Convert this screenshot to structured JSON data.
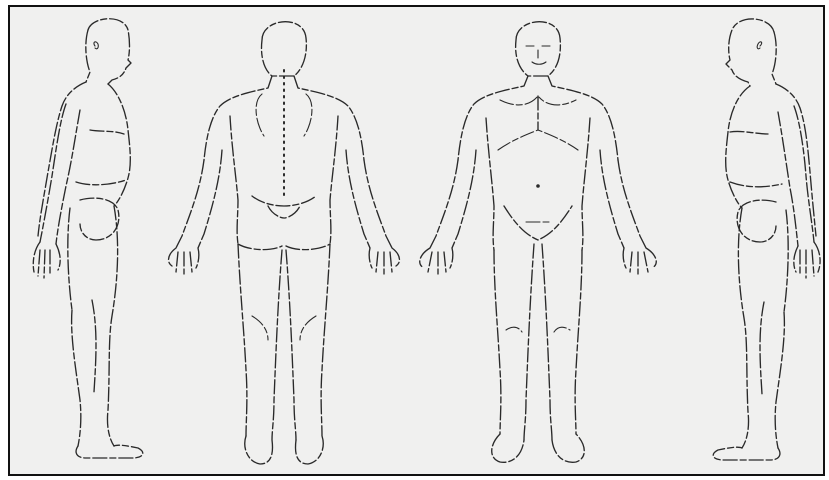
{
  "diagram": {
    "figures": [
      {
        "view": "left-lateral"
      },
      {
        "view": "posterior"
      },
      {
        "view": "anterior"
      },
      {
        "view": "right-lateral"
      }
    ],
    "colors": {
      "line": "#2a2a2a",
      "paper": "#f0f0ef",
      "border": "#111111"
    }
  }
}
